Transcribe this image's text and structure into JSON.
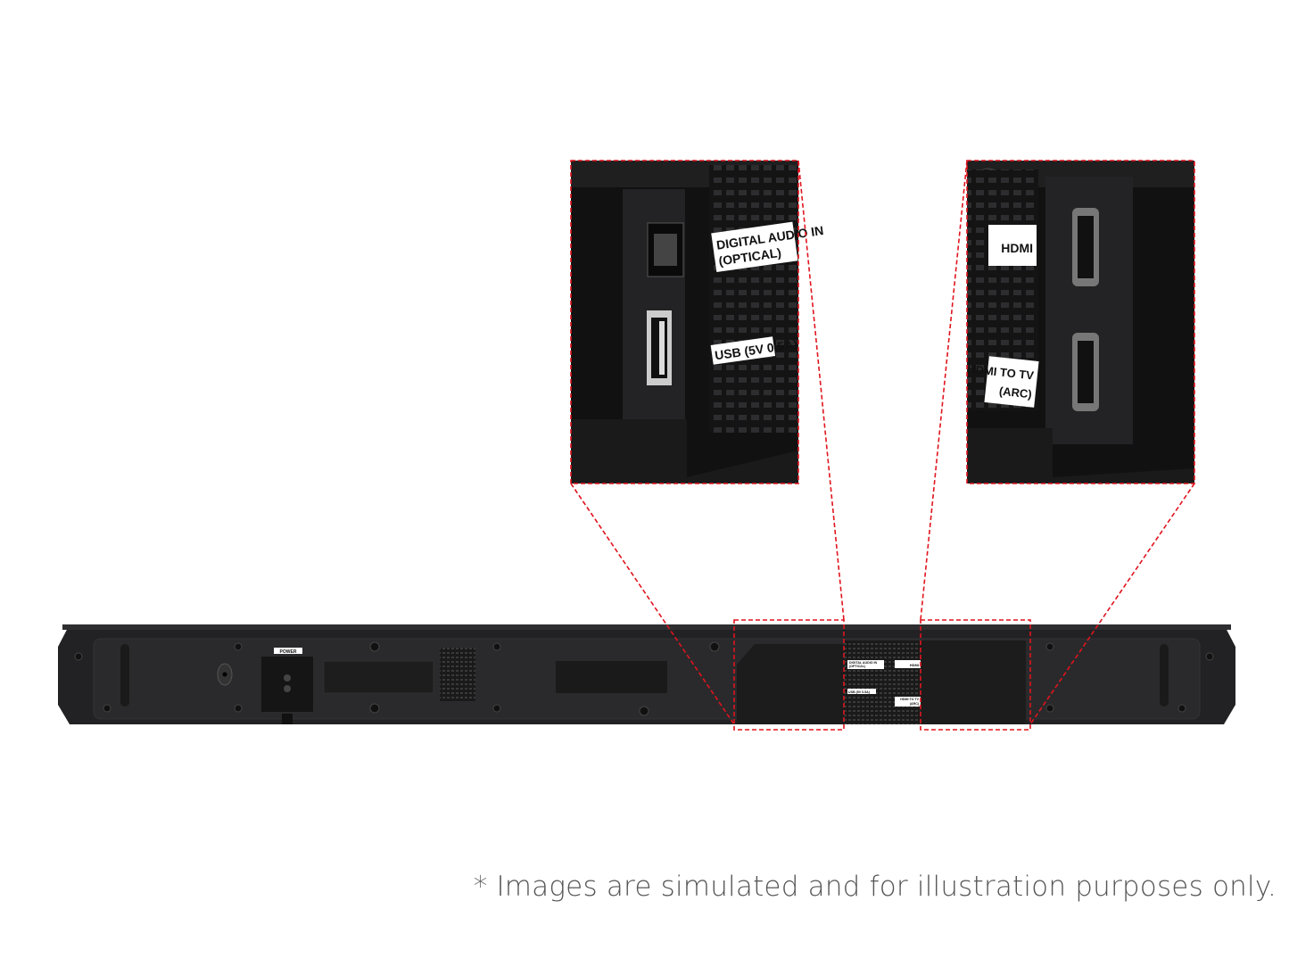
{
  "product": {
    "power_label": "POWER",
    "optical_label_line1": "DIGITAL AUDIO IN",
    "optical_label_line2": "(OPTICAL)",
    "usb_label": "USB (5V 0.5A)",
    "hdmi_label": "HDMI",
    "hdmi_arc_label_line1": "HDMI TO TV",
    "hdmi_arc_label_line2": "(ARC)"
  },
  "colors": {
    "callout": "#e0141e",
    "body": "#1c1c1e"
  },
  "disclaimer": "* Images are simulated and for illustration purposes only."
}
